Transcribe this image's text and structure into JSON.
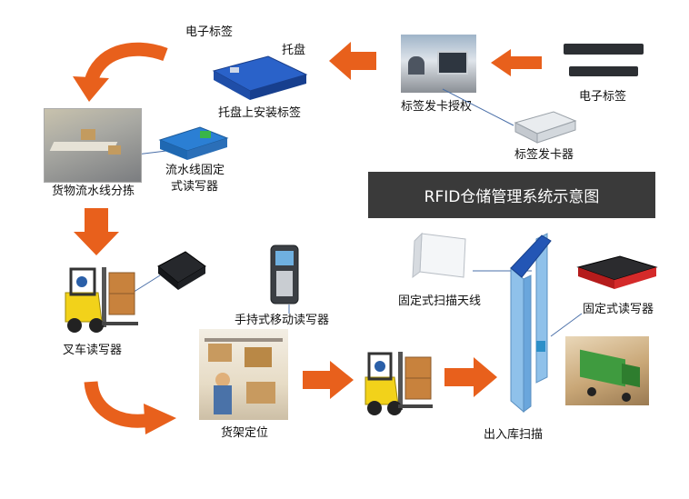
{
  "title": "RFID仓储管理系统示意图",
  "labels": {
    "electronic_tag_top": "电子标签",
    "pallet": "托盘",
    "pallet_tag_install": "托盘上安装标签",
    "tag_issue_auth": "标签发卡授权",
    "electronic_tag_right": "电子标签",
    "tag_issuer": "标签发卡器",
    "line_fixed_reader_1": "流水线固定",
    "line_fixed_reader_2": "式读写器",
    "conveyor_sort": "货物流水线分拣",
    "forklift_reader": "叉车读写器",
    "handheld_reader": "手持式移动读写器",
    "shelf_locate": "货架定位",
    "fixed_antenna": "固定式扫描天线",
    "fixed_reader": "固定式读写器",
    "inout_scan": "出入库扫描"
  },
  "colors": {
    "arrow": "#e8601c",
    "banner_bg": "#3a3a3a",
    "forklift": "#f2d21a",
    "gate": "#5aa0d8"
  }
}
